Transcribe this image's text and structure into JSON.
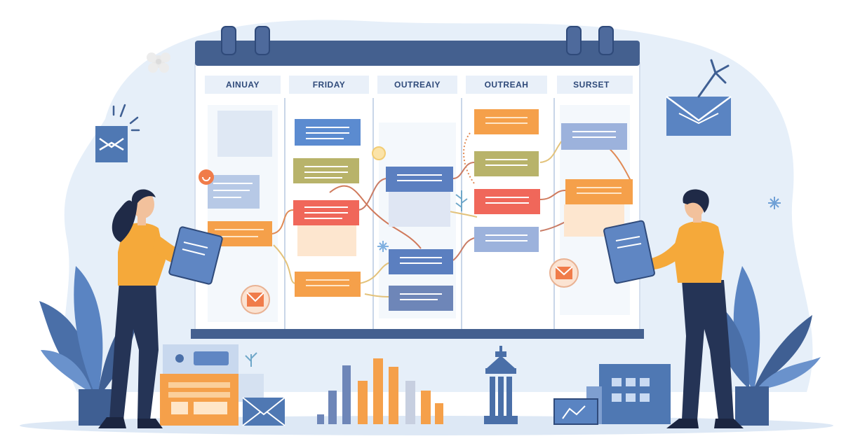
{
  "calendar": {
    "columns": [
      {
        "label": "AINUAY"
      },
      {
        "label": "FRIDAY"
      },
      {
        "label": "OUTREAIY"
      },
      {
        "label": "OUTREAH"
      },
      {
        "label": "SURSET"
      }
    ]
  },
  "colors": {
    "header_bar": "#44608f",
    "card_blue": "#5b7fc0",
    "card_orange": "#f5a04a",
    "card_red": "#f0675a",
    "card_olive": "#b8b36a",
    "card_slate": "#6e86b8",
    "shirt_yellow": "#f5a93a",
    "pants_navy": "#253456",
    "plant_blue": "#4a6fa8",
    "background_blob": "#e6eff9"
  },
  "icons": [
    "calendar-ring-icon",
    "mail-icon",
    "envelope-icon",
    "bar-chart-icon",
    "monument-icon",
    "building-icon",
    "leaf-icon",
    "snowflake-icon"
  ]
}
